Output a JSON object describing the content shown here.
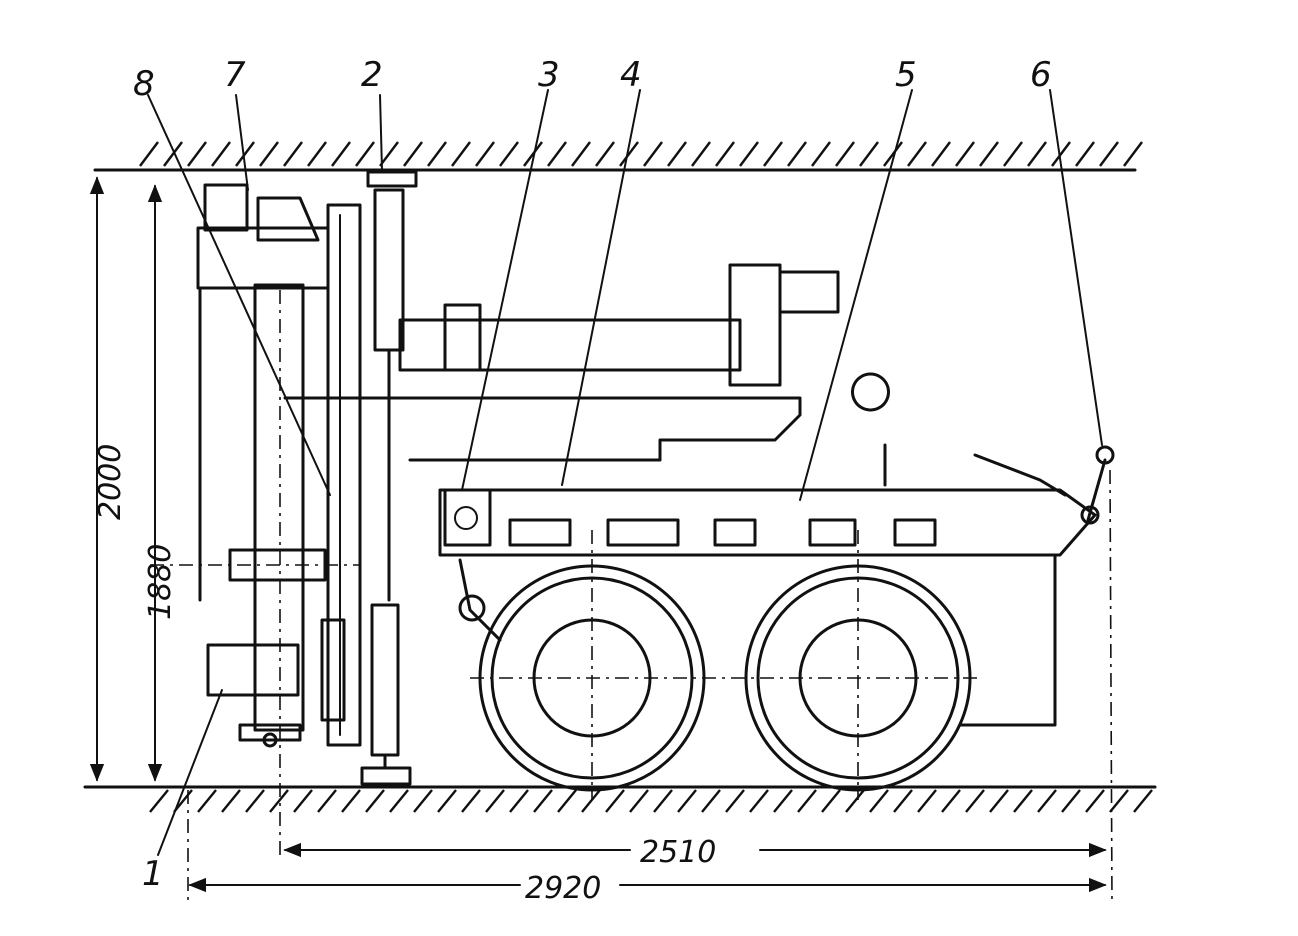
{
  "part_labels": [
    "1",
    "2",
    "3",
    "4",
    "5",
    "6",
    "7",
    "8"
  ],
  "dimensions": {
    "overall_height": "2000",
    "inner_height": "1880",
    "wheelbase_to_rear": "2510",
    "overall_length": "2920"
  }
}
